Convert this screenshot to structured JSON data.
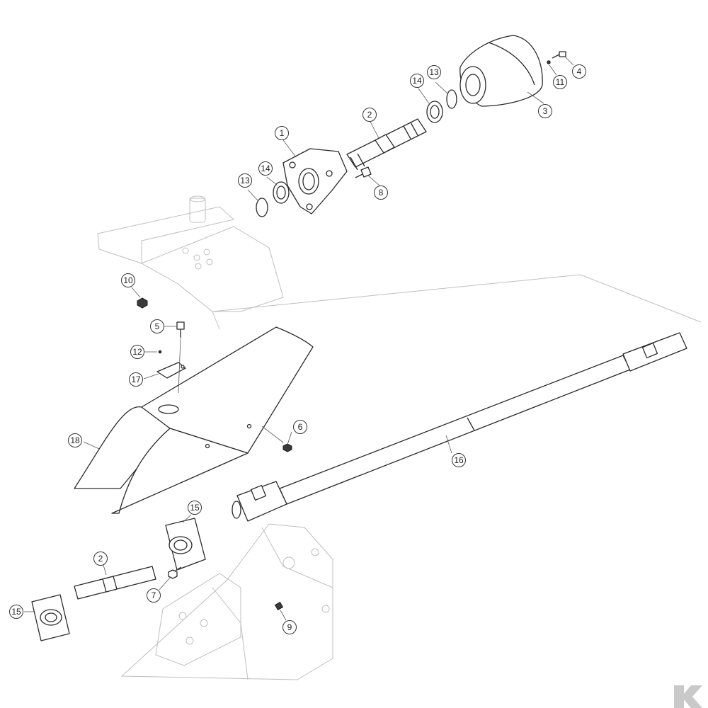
{
  "diagram": {
    "callouts": [
      "1",
      "2",
      "3",
      "4",
      "11",
      "13",
      "14",
      "14",
      "13",
      "8",
      "10",
      "5",
      "12",
      "17",
      "18",
      "6",
      "16",
      "15",
      "2",
      "7",
      "15",
      "9"
    ]
  }
}
